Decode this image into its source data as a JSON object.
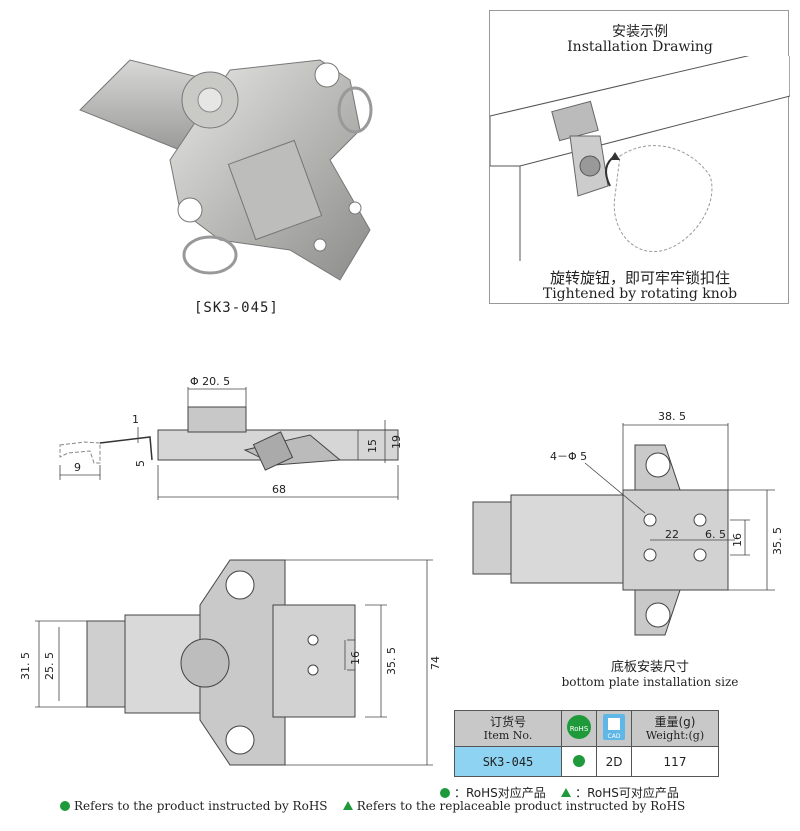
{
  "product": {
    "model_label": "[SK3-045]"
  },
  "install": {
    "title_cn": "安装示例",
    "title_en": "Installation Drawing",
    "caption_cn": "旋转旋钮，即可牢牢锁扣住",
    "caption_en": "Tightened by rotating knob"
  },
  "side_view": {
    "dims": {
      "knob_dia": "Φ 20. 5",
      "thickness": "1",
      "hook_offset": "5",
      "hook_len": "9",
      "length": "68",
      "height_small": "15",
      "height_total": "19"
    }
  },
  "top_view": {
    "dims": {
      "left_outer": "31. 5",
      "left_inner": "25. 5",
      "hole_spacing": "16",
      "plate_width": "35. 5",
      "total_height": "74"
    }
  },
  "base_plate": {
    "title_cn": "底板安装尺寸",
    "title_en": "bottom plate installation size",
    "dims": {
      "width": "38. 5",
      "holes": "4－Φ 5",
      "hole_x": "22",
      "hole_edge": "6. 5",
      "hole_y": "16",
      "height": "35. 5"
    }
  },
  "spec_table": {
    "headers": {
      "item_cn": "订货号",
      "item_en": "Item No.",
      "rohs": "RoHS",
      "cad": "CAD",
      "weight_cn": "重量(g)",
      "weight_en": "Weight:(g)"
    },
    "row": {
      "item_no": "SK3-045",
      "cad": "2D",
      "weight": "117"
    }
  },
  "legend": {
    "rohs_cn": "：RoHS对应产品",
    "rohs_replace_cn": "：RoHS可对应产品",
    "rohs_en": "Refers to the product instructed by RoHS",
    "rohs_replace_en": "Refers to the replaceable product instructed by RoHS"
  },
  "colors": {
    "rohs_green": "#1f9a3a",
    "item_cell": "#8fd3f2",
    "header_gray": "#c8c8c8"
  }
}
